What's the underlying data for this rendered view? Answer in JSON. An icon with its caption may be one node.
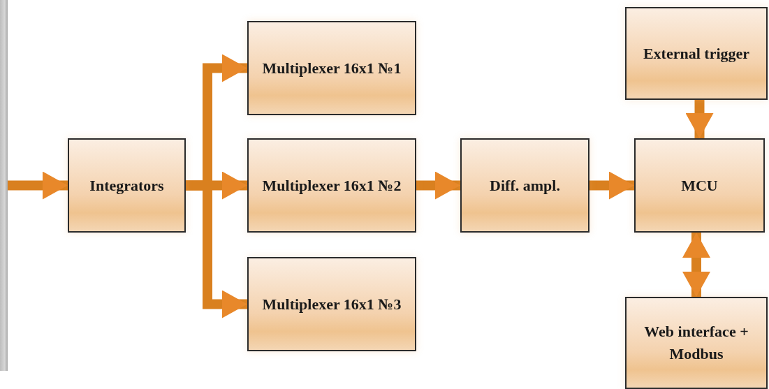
{
  "diagram": {
    "nodes": [
      {
        "text": [],
        "shape": "box"
      },
      {
        "text": [
          "Integrators"
        ]
      },
      {
        "text": [
          "Multiplexer 16x1 №1"
        ]
      },
      {
        "text": [
          "Multiplexer 16x1 №2"
        ]
      },
      {
        "text": [
          "Multiplexer 16x1 №3"
        ]
      },
      {
        "text": [
          "Diff. ampl."
        ]
      },
      {
        "text": [
          "External trigger"
        ]
      },
      {
        "text": [
          "MCU"
        ]
      },
      {
        "text": [
          "Web interface + Modbus"
        ]
      }
    ],
    "edges": [
      {
        "from": 0,
        "to": 1,
        "arrow": "to"
      },
      {
        "from": 1,
        "to": 2,
        "arrow": "to"
      },
      {
        "from": 1,
        "to": 3,
        "arrow": "to"
      },
      {
        "from": 1,
        "to": 4,
        "arrow": "to"
      },
      {
        "from": 3,
        "to": 5,
        "arrow": "to"
      },
      {
        "from": 5,
        "to": 7,
        "arrow": "to"
      },
      {
        "from": 6,
        "to": 7,
        "arrow": "to"
      },
      {
        "from": 7,
        "to": 8,
        "arrow": "both"
      }
    ]
  }
}
